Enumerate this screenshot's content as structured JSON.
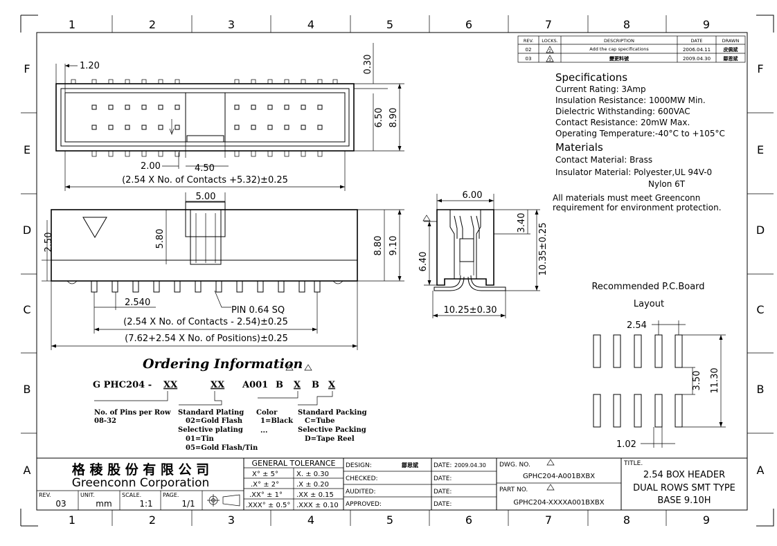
{
  "frame": {
    "columns": [
      "1",
      "2",
      "3",
      "4",
      "5",
      "6",
      "7",
      "8",
      "9"
    ],
    "rows": [
      "F",
      "E",
      "D",
      "C",
      "B",
      "A"
    ]
  },
  "revisions": {
    "headers": [
      "REV.",
      "LOCKS.",
      "DESCRIPTION",
      "DATE",
      "DRAWN"
    ],
    "rows": [
      {
        "rev": "02",
        "lock": "2",
        "desc": "Add the cap specifications",
        "date": "2006.04.11",
        "drawn": "皮佩斌"
      },
      {
        "rev": "03",
        "lock": "3",
        "desc": "變更料號",
        "date": "2009.04.30",
        "drawn": "鄒恩斌"
      }
    ]
  },
  "specs": {
    "title": "Specifications",
    "lines": [
      "Current Rating:  3Amp",
      "Insulation Resistance:  1000MW Min.",
      "Dielectric Withstanding:  600VAC",
      "Contact Resistance:  20mW Max.",
      "Operating Temperature:-40°C  to  +105°C"
    ],
    "materials_title": "Materials",
    "materials": [
      "Contact Material: Brass",
      "Insulator Material:   Polyester,UL  94V-0",
      "Nylon  6T",
      "All materials must meet Greenconn",
      "requirement for environment protection."
    ]
  },
  "top_view": {
    "d_120": "1.20",
    "d_030": "0.30",
    "d_650": "6.50",
    "d_890": "8.90",
    "d_200": "2.00",
    "d_450": "4.50",
    "formula": "(2.54 X No. of Contacts +5.32)±0.25"
  },
  "front_view": {
    "d_500": "5.00",
    "d_580": "5.80",
    "d_250": "2.50",
    "d_880": "8.80",
    "d_910": "9.10",
    "d_2540": "2.540",
    "pin": "PIN  0.64  SQ",
    "formula1": "(2.54 X No. of Contacts - 2.54)±0.25",
    "formula2": "(7.62+2.54 X No. of Positions)±0.25"
  },
  "side_view": {
    "d_600": "6.00",
    "d_340": "3.40",
    "d_640": "6.40",
    "d_1035": "10.35±0.25",
    "d_1025": "10.25±0.30"
  },
  "pcb": {
    "title": "Recommended P.C.Board",
    "subtitle": "Layout",
    "d_254": "2.54",
    "d_350": "3.50",
    "d_1130": "11.30",
    "d_102": "1.02"
  },
  "ordering": {
    "title": "Ordering Information",
    "code": [
      "G PHC204 -",
      "XX",
      "XX",
      "A001",
      "B",
      "X",
      "B",
      "X"
    ],
    "pins_label": "No. of Pins per Row",
    "pins_range": "08-32",
    "plating_title": "Standard Plating",
    "plating_lines": [
      "02=Gold Flash",
      "Selective plating",
      "01=Tin",
      "05=Gold Flash/Tin"
    ],
    "color_title": "Color",
    "color_lines": [
      "1=Black",
      "..."
    ],
    "packing_title": "Standard Packing",
    "packing_lines": [
      "C=Tube",
      "Selective Packing",
      "D=Tape Reel"
    ]
  },
  "title_block": {
    "company_cn": "格 稜 股 份 有 限 公 司",
    "company_en": "Greenconn  Corporation",
    "rev_label": "REV.",
    "rev": "03",
    "unit_label": "UNIT.",
    "unit": "mm",
    "scale_label": "SCALE.",
    "scale": "1:1",
    "page_label": "PAGE.",
    "page": "1/1",
    "tol_title": "GENERAL  TOLERANCE",
    "tol_rows": [
      [
        "X° ± 5°",
        "X.    ± 0.30"
      ],
      [
        ".X° ± 2°",
        ".X    ± 0.20"
      ],
      [
        ".XX° ± 1°",
        ".XX   ± 0.15"
      ],
      [
        ".XXX° ± 0.5°",
        ".XXX  ± 0.10"
      ]
    ],
    "design_label": "DESIGN:",
    "designer": "鄒恩斌",
    "checked_label": "CHECKED:",
    "audited_label": "AUDITED:",
    "approved_label": "APPROVED:",
    "date_label": "DATE:",
    "design_date": "2009.04.30",
    "dwg_label": "DWG.  NO.",
    "dwg_no": "GPHC204-A001BXBX",
    "part_label": "PART  NO.",
    "part_no": "GPHC204-XXXXA001BXBX",
    "title_label": "TITLE.",
    "title_lines": [
      "2.54  BOX  HEADER",
      "DUAL  ROWS  SMT  TYPE",
      "BASE  9.10H"
    ]
  }
}
